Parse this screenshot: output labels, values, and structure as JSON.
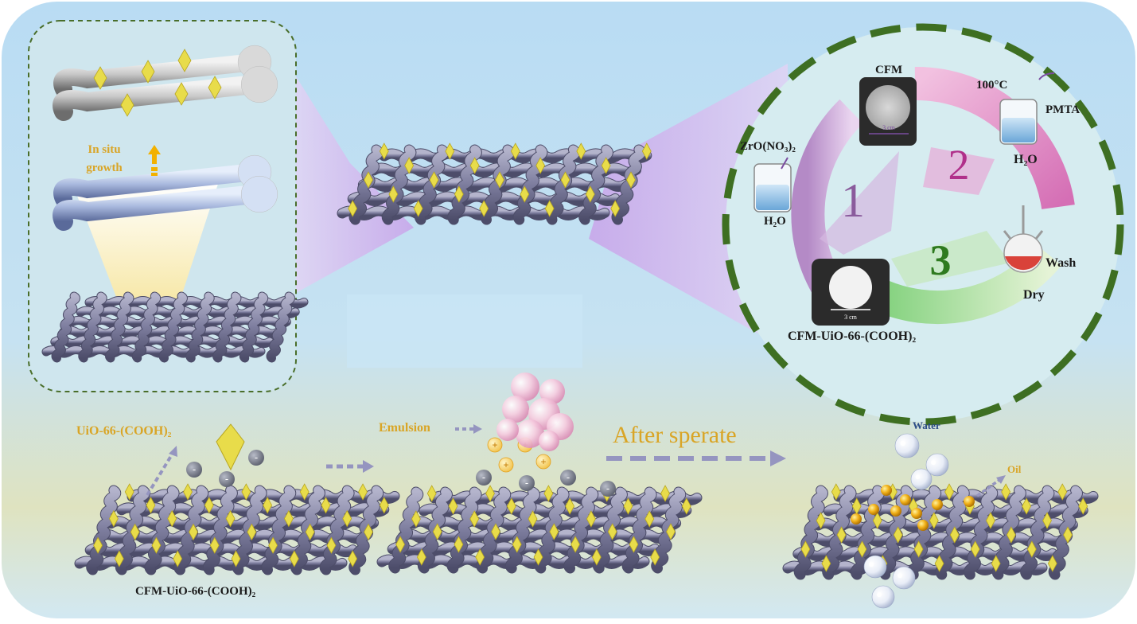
{
  "panel_top_left": {
    "label_line1": "In situ",
    "label_line2": "growth"
  },
  "cycle": {
    "cfm_label": "CFM",
    "cfm_scale": "3 cm",
    "temp_label": "100°C",
    "pmta_label": "PMTA",
    "h2o_right": "H₂O",
    "zro_label": "ZrO(NO₃)₂",
    "h2o_left": "H₂O",
    "step1": "1",
    "step2": "2",
    "step3": "3",
    "wash_label": "Wash",
    "dry_label": "Dry",
    "product_scale": "3 cm",
    "product_label": "CFM-UiO-66-(COOH)₂"
  },
  "bottom": {
    "uio_label": "UiO-66-(COOH)₂",
    "membrane_label": "CFM-UiO-66-(COOH)₂",
    "emulsion_label": "Emulsion",
    "after_label": "After sperate",
    "water_label": "Water",
    "oil_label": "Oil",
    "minus_sign": "-",
    "plus_sign": "+"
  },
  "colors": {
    "fiber": "#7f7fa0",
    "crystal": "#e8dc4a",
    "accent_gold": "#d9a526",
    "ring_dash": "#3e6f22",
    "step1": "#8a5b9c",
    "step2": "#b0308a",
    "step3": "#2e7a1f"
  }
}
